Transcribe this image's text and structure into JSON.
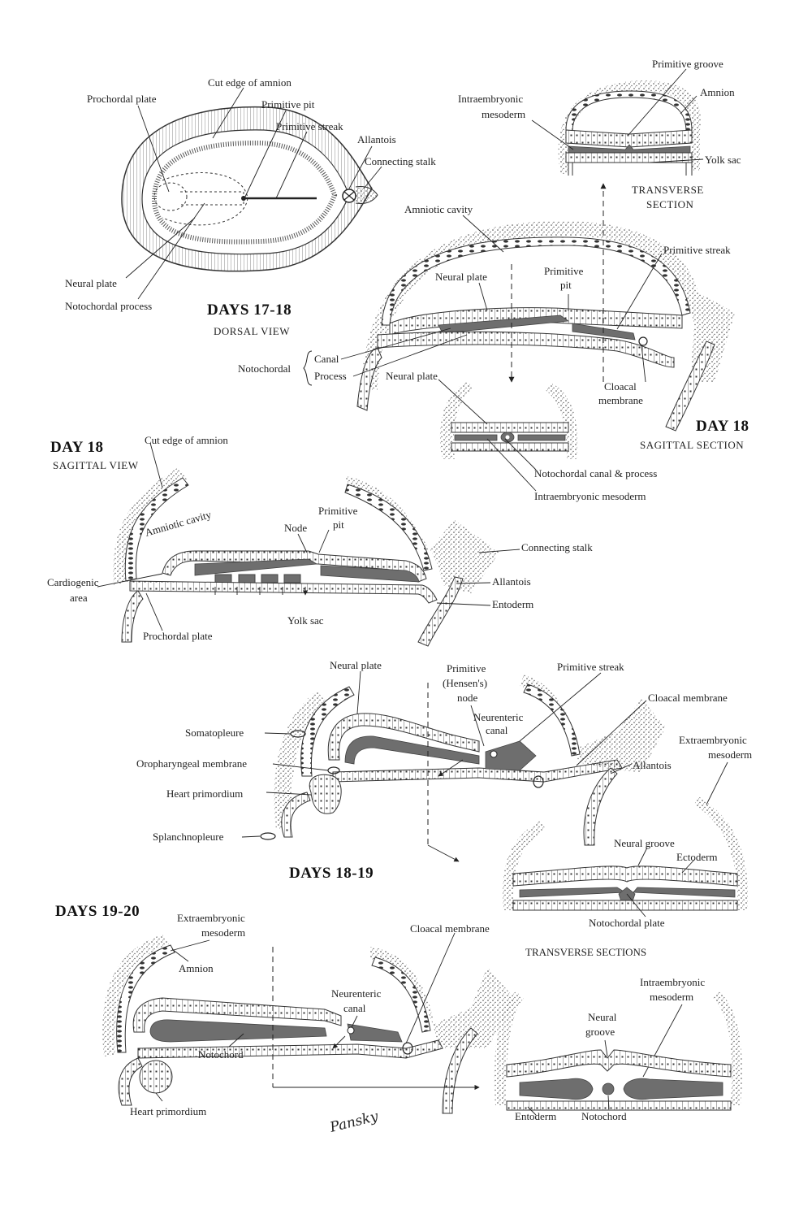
{
  "panels": {
    "dorsal": {
      "title": "DAYS 17-18",
      "subtitle": "DORSAL VIEW",
      "labels": {
        "prochordal_plate": "Prochordal plate",
        "cut_edge_amnion": "Cut edge of amnion",
        "primitive_pit": "Primitive pit",
        "primitive_streak": "Primitive streak",
        "allantois": "Allantois",
        "connecting_stalk": "Connecting stalk",
        "neural_plate": "Neural plate",
        "notochordal_process": "Notochordal process"
      }
    },
    "transverse_top": {
      "title_line1": "TRANSVERSE",
      "title_line2": "SECTION",
      "labels": {
        "primitive_groove": "Primitive groove",
        "amnion": "Amnion",
        "intraembryonic_mesoderm_1": "Intraembryonic",
        "intraembryonic_mesoderm_2": "mesoderm",
        "yolk_sac": "Yolk sac"
      }
    },
    "sagittal_18": {
      "title": "DAY 18",
      "subtitle": "SAGITTAL SECTION",
      "labels": {
        "amniotic_cavity": "Amniotic cavity",
        "primitive_streak": "Primitive streak",
        "neural_plate": "Neural plate",
        "primitive_pit_1": "Primitive",
        "primitive_pit_2": "pit",
        "notochordal": "Notochordal",
        "canal": "Canal",
        "process": "Process",
        "neural_plate_2": "Neural plate",
        "cloacal_membrane_1": "Cloacal",
        "cloacal_membrane_2": "membrane",
        "notochordal_canal_process": "Notochordal  canal  &  process",
        "intraembryonic_mesoderm": "Intraembryonic mesoderm"
      }
    },
    "sagittal_view_18": {
      "title": "DAY 18",
      "subtitle": "SAGITTAL VIEW",
      "labels": {
        "cut_edge_amnion": "Cut edge of amnion",
        "amniotic_cavity": "Amniotic cavity",
        "node": "Node",
        "primitive_pit_1": "Primitive",
        "primitive_pit_2": "pit",
        "connecting_stalk": "Connecting stalk",
        "cardiogenic_1": "Cardiogenic",
        "cardiogenic_2": "area",
        "allantois": "Allantois",
        "entoderm": "Entoderm",
        "yolk_sac": "Yolk sac",
        "prochordal_plate": "Prochordal plate"
      }
    },
    "days_18_19": {
      "title": "DAYS 18-19",
      "labels": {
        "neural_plate": "Neural plate",
        "primitive_node_1": "Primitive",
        "primitive_node_2": "(Hensen's)",
        "primitive_node_3": "node",
        "primitive_streak": "Primitive streak",
        "cloacal_membrane": "Cloacal membrane",
        "neurenteric_1": "Neurenteric",
        "neurenteric_2": "canal",
        "somatopleure": "Somatopleure",
        "extraembryonic_1": "Extraembryonic",
        "extraembryonic_2": "mesoderm",
        "oropharyngeal_membrane": "Oropharyngeal membrane",
        "allantois": "Allantois",
        "heart_primordium": "Heart primordium",
        "neural_groove": "Neural groove",
        "ectoderm": "Ectoderm",
        "splanchnopleure": "Splanchnopleure",
        "notochordal_plate": "Notochordal plate"
      }
    },
    "days_19_20": {
      "title": "DAYS 19-20",
      "labels": {
        "extraembryonic_1": "Extraembryonic",
        "extraembryonic_2": "mesoderm",
        "cloacal_membrane": "Cloacal membrane",
        "amnion": "Amnion",
        "transverse_sections": "TRANSVERSE SECTIONS",
        "neurenteric_1": "Neurenteric",
        "neurenteric_2": "canal",
        "intraembryonic_1": "Intraembryonic",
        "intraembryonic_2": "mesoderm",
        "neural_groove_1": "Neural",
        "neural_groove_2": "groove",
        "notochord": "Notochord",
        "heart_primordium": "Heart primordium",
        "entoderm": "Entoderm",
        "notochord_2": "Notochord"
      }
    }
  },
  "signature": "Pansky",
  "colors": {
    "mesoderm": "#6e6e6e",
    "ink": "#222222",
    "background": "#ffffff"
  }
}
